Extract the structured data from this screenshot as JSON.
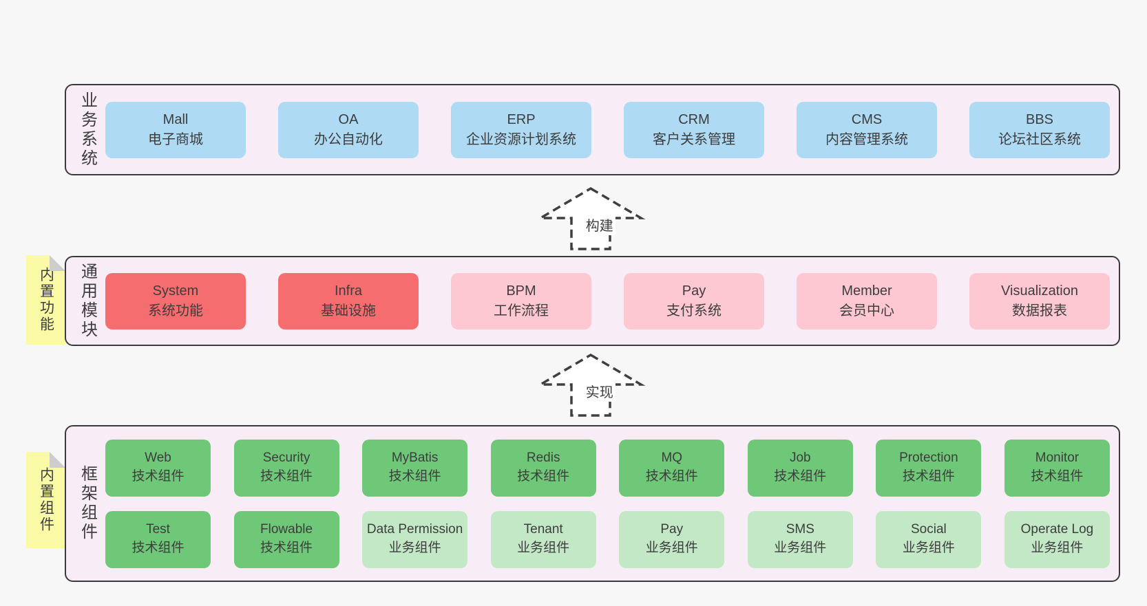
{
  "colors": {
    "page-bg": "#f7f7f7",
    "panel-bg": "#f8edf6",
    "panel-border": "#3a3a3a",
    "text": "#3d3d3d",
    "arrow": "#3f3f3f",
    "blue": "#aedaf4",
    "red": "#f56d6f",
    "pink": "#fec8d3",
    "green": "#6fc878",
    "lightgreen": "#c3e8c6",
    "yellow": "#fafaa6",
    "fold": "#cdcdcd"
  },
  "arrows": {
    "build": "构建",
    "implement": "实现"
  },
  "panels": {
    "business": {
      "label": "业务系统",
      "boxes": [
        {
          "name": "Mall",
          "desc": "电子商城"
        },
        {
          "name": "OA",
          "desc": "办公自动化"
        },
        {
          "name": "ERP",
          "desc": "企业资源计划系统"
        },
        {
          "name": "CRM",
          "desc": "客户关系管理"
        },
        {
          "name": "CMS",
          "desc": "内容管理系统"
        },
        {
          "name": "BBS",
          "desc": "论坛社区系统"
        }
      ]
    },
    "modules": {
      "note": "内置功能",
      "label": "通用模块",
      "boxes": [
        {
          "name": "System",
          "desc": "系统功能"
        },
        {
          "name": "Infra",
          "desc": "基础设施"
        },
        {
          "name": "BPM",
          "desc": "工作流程"
        },
        {
          "name": "Pay",
          "desc": "支付系统"
        },
        {
          "name": "Member",
          "desc": "会员中心"
        },
        {
          "name": "Visualization",
          "desc": "数据报表"
        }
      ]
    },
    "framework": {
      "note": "内置组件",
      "label": "框架组件",
      "row1": [
        {
          "name": "Web",
          "desc": "技术组件"
        },
        {
          "name": "Security",
          "desc": "技术组件"
        },
        {
          "name": "MyBatis",
          "desc": "技术组件"
        },
        {
          "name": "Redis",
          "desc": "技术组件"
        },
        {
          "name": "MQ",
          "desc": "技术组件"
        },
        {
          "name": "Job",
          "desc": "技术组件"
        },
        {
          "name": "Protection",
          "desc": "技术组件"
        },
        {
          "name": "Monitor",
          "desc": "技术组件"
        }
      ],
      "row2": [
        {
          "name": "Test",
          "desc": "技术组件"
        },
        {
          "name": "Flowable",
          "desc": "技术组件"
        },
        {
          "name": "Data Permission",
          "desc": "业务组件"
        },
        {
          "name": "Tenant",
          "desc": "业务组件"
        },
        {
          "name": "Pay",
          "desc": "业务组件"
        },
        {
          "name": "SMS",
          "desc": "业务组件"
        },
        {
          "name": "Social",
          "desc": "业务组件"
        },
        {
          "name": "Operate Log",
          "desc": "业务组件"
        }
      ]
    }
  }
}
